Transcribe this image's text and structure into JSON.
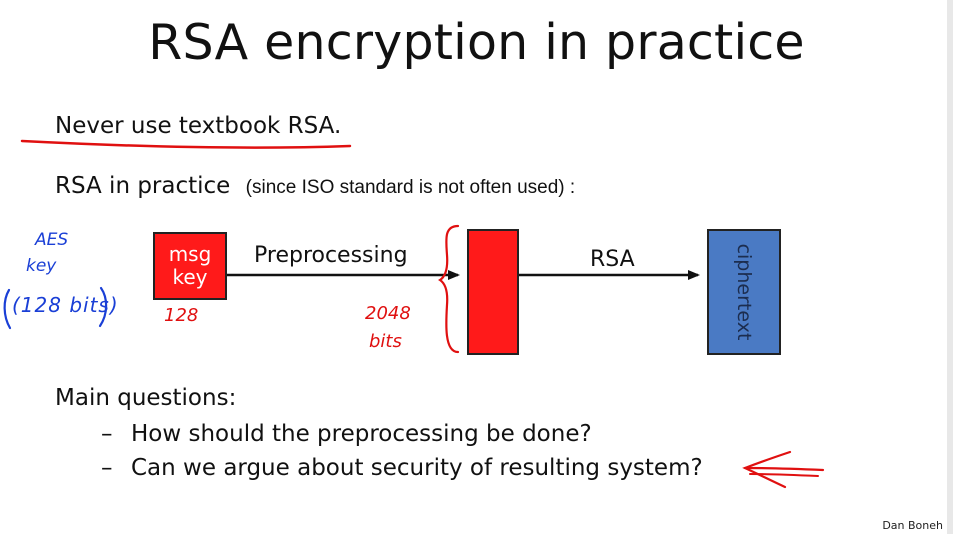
{
  "slide": {
    "title": "RSA encryption in practice",
    "line1": "Never use textbook RSA.",
    "line2_main": "RSA in practice",
    "line2_note": "(since ISO standard is not often used) :",
    "diagram": {
      "msg_line1": "msg",
      "msg_line2": "key",
      "preprocessing_label": "Preprocessing",
      "rsa_label": "RSA",
      "ciphertext_label": "ciphertext"
    },
    "main_questions": "Main questions:",
    "bullets": [
      "How should the preprocessing be done?",
      "Can we argue about security of resulting system?"
    ],
    "author": "Dan Boneh"
  },
  "annotations": {
    "aes_line1": "AES",
    "aes_line2": "key",
    "aes_line3": "(128 bits)",
    "size_128": "128",
    "size_2048_line1": "2048",
    "size_2048_line2": "bits"
  },
  "colors": {
    "red_box": "#ff1a1a",
    "cipher_box": "#4a7ac4",
    "pen_red": "#e01010",
    "pen_blue": "#1a3fd6"
  }
}
